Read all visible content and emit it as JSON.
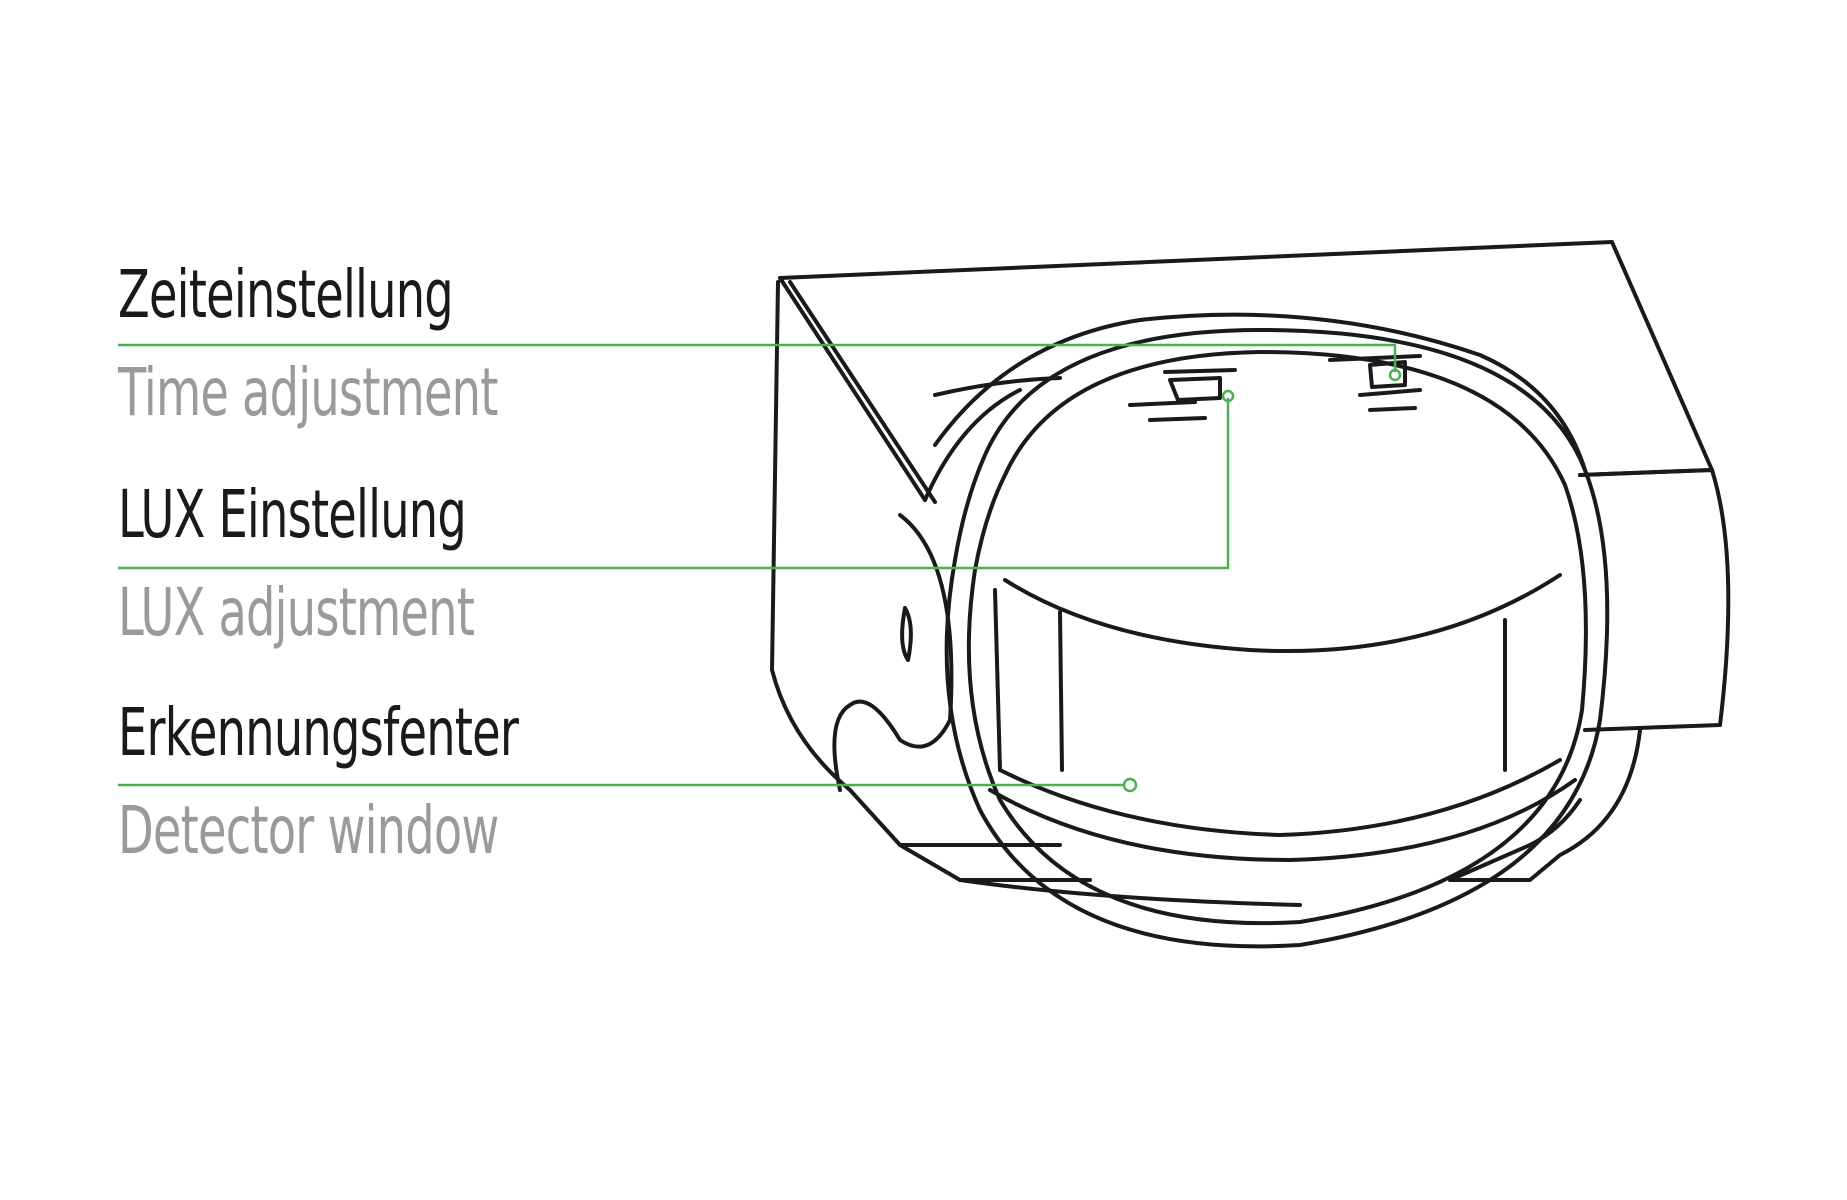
{
  "labels": [
    {
      "german": "Zeiteinstellung",
      "english": "Time adjustment"
    },
    {
      "german": "LUX Einstellung",
      "english": "LUX adjustment"
    },
    {
      "german": "Erkennungsfenter",
      "english": "Detector window"
    }
  ],
  "colors": {
    "leader": "#4caf50",
    "outline": "#1a1a1a",
    "german_text": "#1a1a1a",
    "english_text": "#9a9a9a"
  }
}
